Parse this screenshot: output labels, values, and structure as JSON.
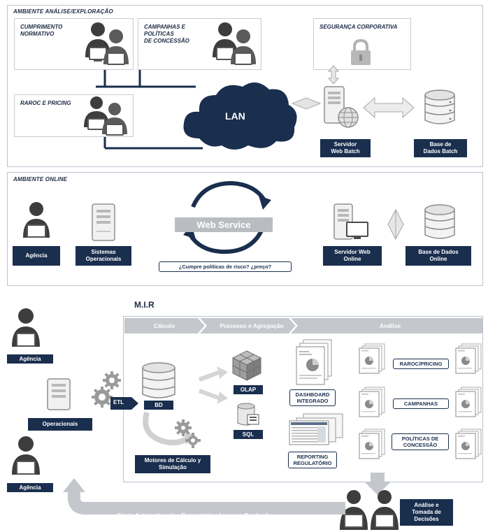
{
  "batch": {
    "title": "AMBIENTE ANÁLISE/EXPLORAÇÃO",
    "cards": {
      "cumprimento": "CUMPRIMENTO\nNORMATIVO",
      "campanhas": "CAMPANHAS E\nPOLÍTICAS\nDE CONCESSÃO",
      "raroc": "RAROC E PRICING",
      "seguranca": "SEGURANÇA CORPORATIVA"
    },
    "lan": "LAN",
    "server_label": "Servidor\nWeb Batch",
    "db_label": "Base de\nDados Batch"
  },
  "online": {
    "title": "AMBIENTE ONLINE",
    "agencia": "Agência",
    "sistemas": "Sistemas\nOperacionais",
    "web_service": "Web Service",
    "question": "¿Cumpre políticas de risco? ¿preço?",
    "server_label": "Servidor Web\nOnline",
    "db_label": "Base de Dados\nOnline"
  },
  "mir": {
    "title": "M.I.R",
    "stages": [
      "Cálculo",
      "Processo e Agregação",
      "Análise"
    ],
    "agencia_top": "Agência",
    "operacionais": "Operacionais",
    "agencia_bottom": "Agência",
    "etl": "ETL",
    "bd": "BD",
    "motores": "Motores de Cálculo y\nSimulação",
    "olap": "OLAP",
    "sql": "SQL",
    "dashboard": "DASHBOARD\nINTEGRADO",
    "reporting": "REPORTING\nREGULATÓRIO",
    "raroc_pricing": "RAROC/PRICING",
    "campanhas": "CAMPANHAS",
    "politicas": "POLÍTICAS DE\nCONCESSÃO",
    "analise_tomada": "Análise e\nTomada de\nDecisões",
    "envio": "Envio Automático das Parametrizações para Produção"
  },
  "colors": {
    "navy": "#1a2e4e",
    "gray": "#c9cbcf",
    "panel_border": "#b9c2d0"
  }
}
